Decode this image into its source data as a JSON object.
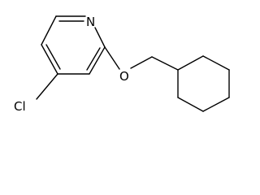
{
  "molecule": {
    "atoms": {
      "nitrogen": "N",
      "chlorine": "Cl",
      "oxygen": "O"
    },
    "colors": {
      "bond": "#000000",
      "label": "#000000",
      "background": "#ffffff"
    }
  }
}
